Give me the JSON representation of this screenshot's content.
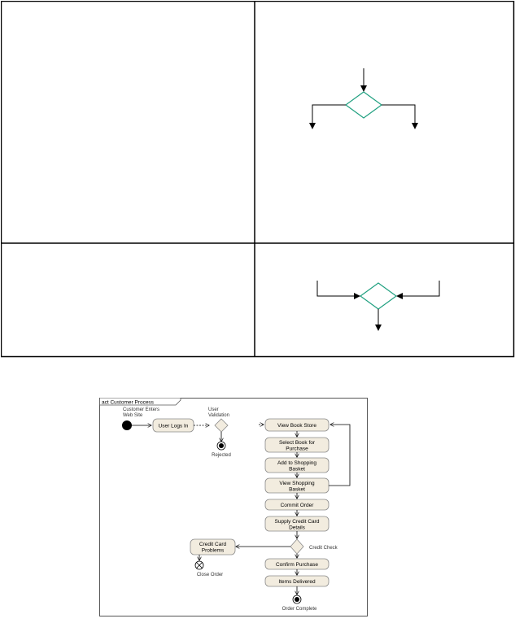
{
  "activity": {
    "frame_title": "act Customer Process",
    "initial_label_line1": "Customer Enters",
    "initial_label_line2": "Web Site",
    "user_validation_line1": "User",
    "user_validation_line2": "Validation",
    "rejected": "Rejected",
    "user_logs_in": "User Logs In",
    "view_book_store": "View Book Store",
    "select_book_line1": "Select Book for",
    "select_book_line2": "Purchase",
    "add_basket_line1": "Add to Shopping",
    "add_basket_line2": "Basket",
    "view_basket_line1": "View Shopping",
    "view_basket_line2": "Basket",
    "commit_order": "Commit Order",
    "supply_cc_line1": "Supply Credit Card",
    "supply_cc_line2": "Details",
    "credit_check": "Credit Check",
    "cc_problems_line1": "Credit Card",
    "cc_problems_line2": "Problems",
    "close_order": "Close Order",
    "confirm_purchase": "Confirm Purchase",
    "items_delivered": "Items Delivered",
    "order_complete": "Order Complete"
  },
  "colors": {
    "decision_stroke": "#20a080",
    "node_fill": "#f2ecdf",
    "node_stroke": "#8a8a8a",
    "line": "#000000"
  }
}
